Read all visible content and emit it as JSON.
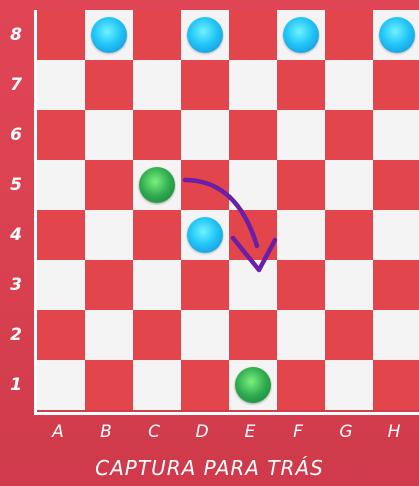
{
  "board": {
    "ranks": [
      "8",
      "7",
      "6",
      "5",
      "4",
      "3",
      "2",
      "1"
    ],
    "files": [
      "A",
      "B",
      "C",
      "D",
      "E",
      "F",
      "G",
      "H"
    ],
    "colors": {
      "dark_square": "#e2454c",
      "light_square": "#f4f4f4",
      "background": "#d8404f",
      "arrow": "#6a1fa6"
    },
    "pieces": [
      {
        "square": "B8",
        "color": "blue"
      },
      {
        "square": "D8",
        "color": "blue"
      },
      {
        "square": "F8",
        "color": "blue"
      },
      {
        "square": "H8",
        "color": "blue"
      },
      {
        "square": "C5",
        "color": "green"
      },
      {
        "square": "D4",
        "color": "blue"
      },
      {
        "square": "E1",
        "color": "green"
      }
    ],
    "move": {
      "from": "C5",
      "over": "D4",
      "to": "E3",
      "icon": "curved-arrow-icon"
    }
  },
  "caption": "CAPTURA PARA TRÁS"
}
